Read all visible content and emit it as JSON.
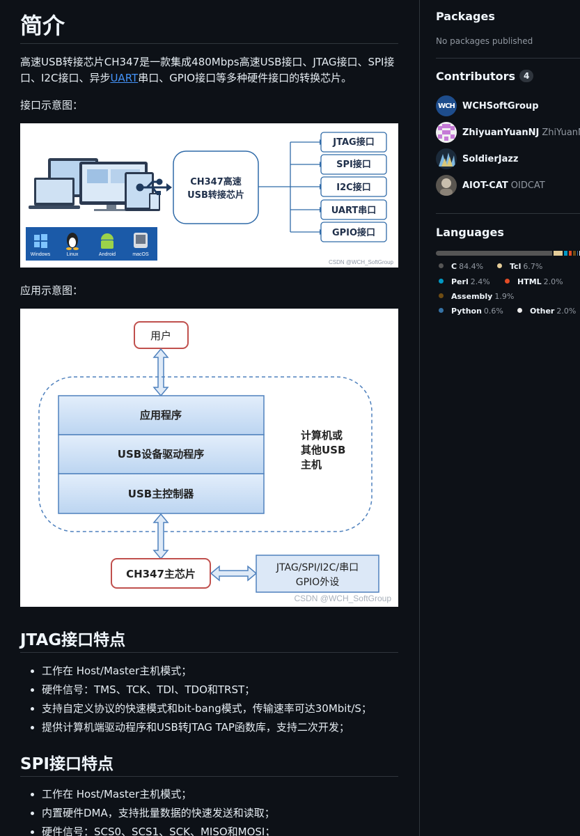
{
  "readme": {
    "title": "简介",
    "intro_before_link": " 高速USB转接芯片CH347是一款集成480Mbps高速USB接口、JTAG接口、SPI接口、I2C接口、异步",
    "intro_link": "UART",
    "intro_after_link": "串口、GPIO接口等多种硬件接口的转换芯片。",
    "interface_caption": "接口示意图：",
    "application_caption": "应用示意图：",
    "figure1": {
      "os_labels": [
        "Windows",
        "Linux",
        "Android",
        "macOS"
      ],
      "chip_line1": "CH347高速",
      "chip_line2": "USB转接芯片",
      "interfaces": [
        "JTAG接口",
        "SPI接口",
        "I2C接口",
        "UART串口",
        "GPIO接口"
      ],
      "watermark": "CSDN @WCH_SoftGroup"
    },
    "figure2": {
      "user": "用户",
      "layers": [
        "应用程序",
        "USB设备驱动程序",
        "USB主控制器"
      ],
      "host_lines": [
        "计算机或",
        "其他USB",
        "主机"
      ],
      "chip": "CH347主芯片",
      "peripheral_line1": "JTAG/SPI/I2C/串口",
      "peripheral_line2": "GPIO外设",
      "watermark": "CSDN @WCH_SoftGroup"
    },
    "jtag_heading": "JTAG接口特点",
    "jtag_items": [
      "工作在 Host/Master主机模式；",
      "硬件信号：TMS、TCK、TDI、TDO和TRST；",
      "支持自定义协议的快速模式和bit-bang模式，传输速率可达30Mbit/S；",
      "提供计算机端驱动程序和USB转JTAG TAP函数库，支持二次开发；"
    ],
    "spi_heading": "SPI接口特点",
    "spi_items": [
      "工作在 Host/Master主机模式；",
      "内置硬件DMA，支持批量数据的快速发送和读取；",
      "硬件信号：SCS0、SCS1、SCK、MISO和MOSI；"
    ]
  },
  "sidebar": {
    "packages_heading": "Packages",
    "packages_empty": "No packages published",
    "contributors_heading": "Contributors",
    "contributors_count": "4",
    "contributors": [
      {
        "name": "WCHSoftGroup",
        "login": ""
      },
      {
        "name": "ZhiyuanYuanNJ",
        "login": "ZhiYuanNJ"
      },
      {
        "name": "SoldierJazz",
        "login": ""
      },
      {
        "name": "AIOT-CAT",
        "login": "OIDCAT"
      }
    ],
    "avatar_text_wch": "WCH",
    "languages_heading": "Languages",
    "languages": [
      {
        "name": "C",
        "percent": "84.4%",
        "value": 84.4,
        "color": "#555555"
      },
      {
        "name": "Tcl",
        "percent": "6.7%",
        "value": 6.7,
        "color": "#e4cc98"
      },
      {
        "name": "Perl",
        "percent": "2.4%",
        "value": 2.4,
        "color": "#0298c3"
      },
      {
        "name": "HTML",
        "percent": "2.0%",
        "value": 2.0,
        "color": "#e34c26"
      },
      {
        "name": "Assembly",
        "percent": "1.9%",
        "value": 1.9,
        "color": "#6e4c13"
      },
      {
        "name": "Python",
        "percent": "0.6%",
        "value": 0.6,
        "color": "#3572a5"
      },
      {
        "name": "Other",
        "percent": "2.0%",
        "value": 2.0,
        "color": "#ededed"
      }
    ]
  }
}
